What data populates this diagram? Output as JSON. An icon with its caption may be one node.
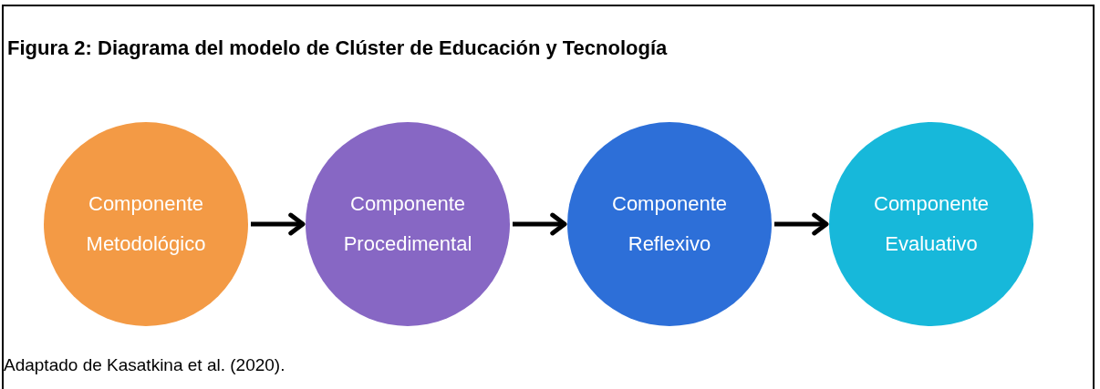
{
  "diagram": {
    "title": "Figura 2: Diagrama del modelo de Clúster de Educación y Tecnología",
    "caption": "Adaptado de Kasatkina et al. (2020).",
    "nodes": [
      {
        "text": [
          "Componente Metodológico"
        ]
      },
      {
        "text": [
          "Componente Procedimental"
        ]
      },
      {
        "text": [
          "Componente Reflexivo"
        ]
      },
      {
        "text": [
          "Componente Evaluativo"
        ]
      }
    ],
    "edges": [
      {
        "from": 0,
        "to": 1,
        "arrow": "to"
      },
      {
        "from": 1,
        "to": 2,
        "arrow": "to"
      },
      {
        "from": 2,
        "to": 3,
        "arrow": "to"
      }
    ]
  }
}
